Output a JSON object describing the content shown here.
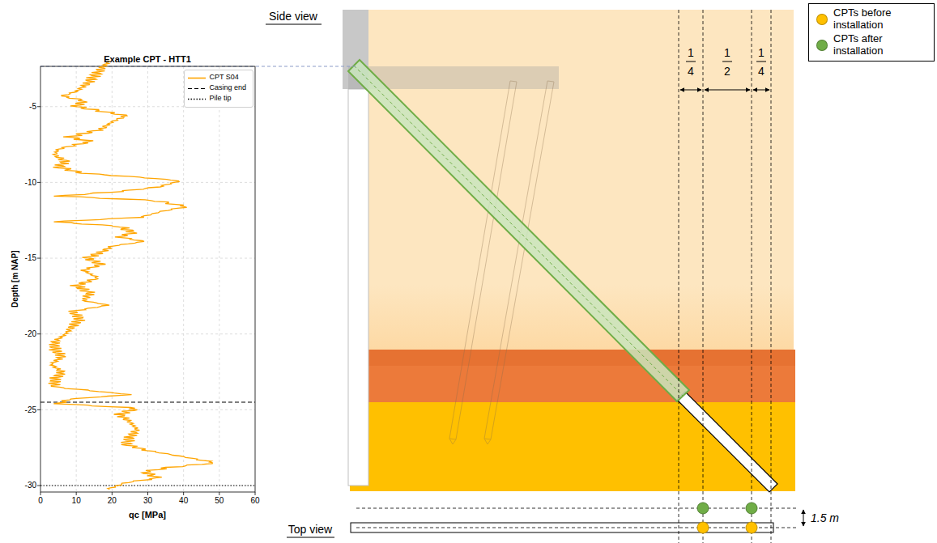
{
  "diagram": {
    "title": "Example CPT - HTT1",
    "labels": [
      "Depth [m NAP]",
      "-5",
      "-10",
      "-15",
      "-20",
      "-25",
      "-30",
      "0",
      "10",
      "20",
      "30",
      "40",
      "50",
      "60",
      "qc [MPa]",
      "Side view",
      "Top view",
      "1",
      "4",
      "1",
      "2",
      "1",
      "4",
      "1.5 m"
    ],
    "legend": [
      {
        "text": "CPT S04"
      },
      {
        "text": "Casing end"
      },
      {
        "text": "Pile tip"
      },
      {
        "text": "CPTs before installation",
        "color": "#ffc000"
      },
      {
        "text": "CPTs after installation",
        "color": "#70ad47"
      }
    ]
  }
}
